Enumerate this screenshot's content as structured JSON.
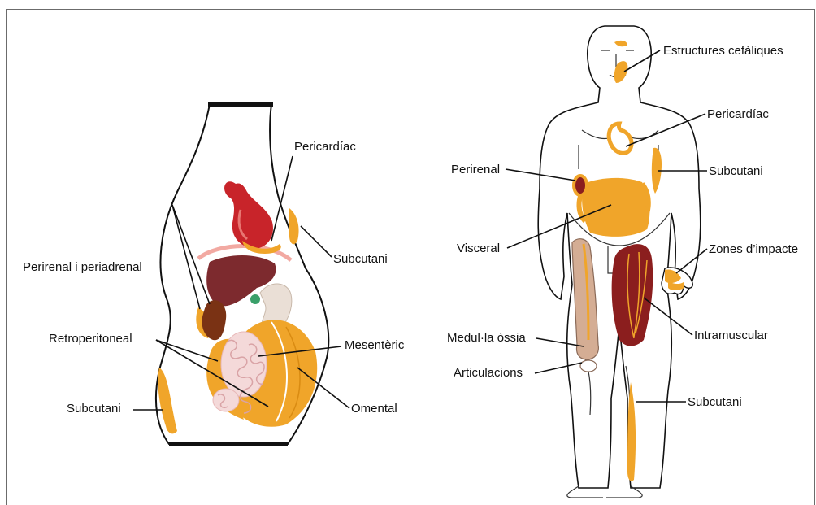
{
  "colors": {
    "fat": "#f0a52a",
    "fat_dark": "#d98b12",
    "heart": "#c8242a",
    "liver": "#7d2a2e",
    "kidney": "#7a3214",
    "intestine": "#f4d9d9",
    "muscle": "#8b1e1e",
    "bone": "#d4ad94",
    "outline": "#111111"
  },
  "left_figure": {
    "labels": {
      "pericardiac": "Pericardíac",
      "subcutani_top": "Subcutani",
      "perirenal": "Perirenal i periadrenal",
      "retroperitoneal": "Retroperitoneal",
      "mesenteric": "Mesentèric",
      "subcutani_bottom": "Subcutani",
      "omental": "Omental"
    }
  },
  "right_figure": {
    "labels": {
      "cefaliques": "Estructures  cefàliques",
      "pericardiac": "Pericardíac",
      "perirenal": "Perirenal",
      "subcutani_chest": "Subcutani",
      "visceral": "Visceral",
      "impacte": "Zones d’impacte",
      "medul": "Medul·la òssia",
      "intramuscular": "Intramuscular",
      "articulacions": "Articulacions",
      "subcutani_leg": "Subcutani"
    }
  }
}
